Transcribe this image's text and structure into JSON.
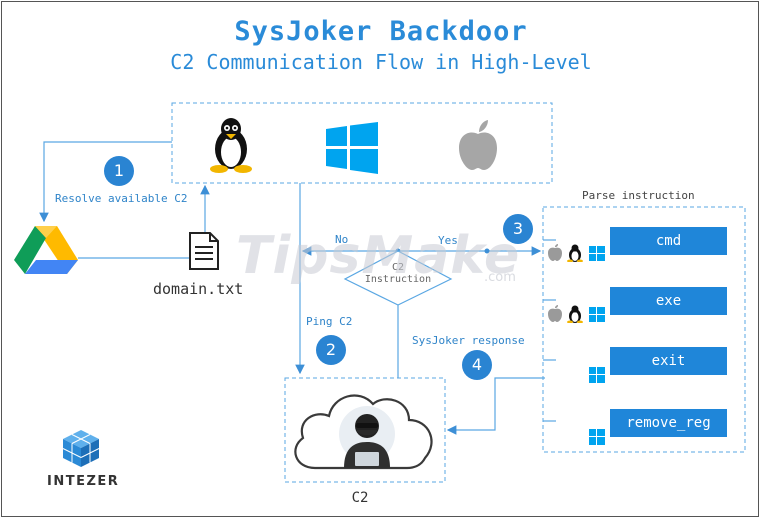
{
  "title": "SysJoker Backdoor",
  "subtitle": "C2 Communication Flow in High-Level",
  "labels": {
    "resolve": "Resolve available C2",
    "domain_file": "domain.txt",
    "no": "No",
    "yes": "Yes",
    "c2_instruction_line1": "C2",
    "c2_instruction_line2": "Instruction",
    "ping": "Ping C2",
    "response": "SysJoker response",
    "parse": "Parse instruction",
    "c2": "C2",
    "brand": "INTEZER"
  },
  "steps": [
    "1",
    "2",
    "3",
    "4"
  ],
  "commands": [
    "cmd",
    "exe",
    "exit",
    "remove_reg"
  ],
  "watermark": {
    "main": "TipsMake",
    "suffix": ".com"
  },
  "colors": {
    "accent": "#2a8bd8",
    "button": "#1f86d9",
    "step": "#2a84d2",
    "line": "#5aa7e3"
  },
  "icons": [
    "linux-icon",
    "windows-icon",
    "apple-icon",
    "google-drive-icon",
    "file-icon",
    "hacker-icon",
    "intezer-cube-icon"
  ]
}
